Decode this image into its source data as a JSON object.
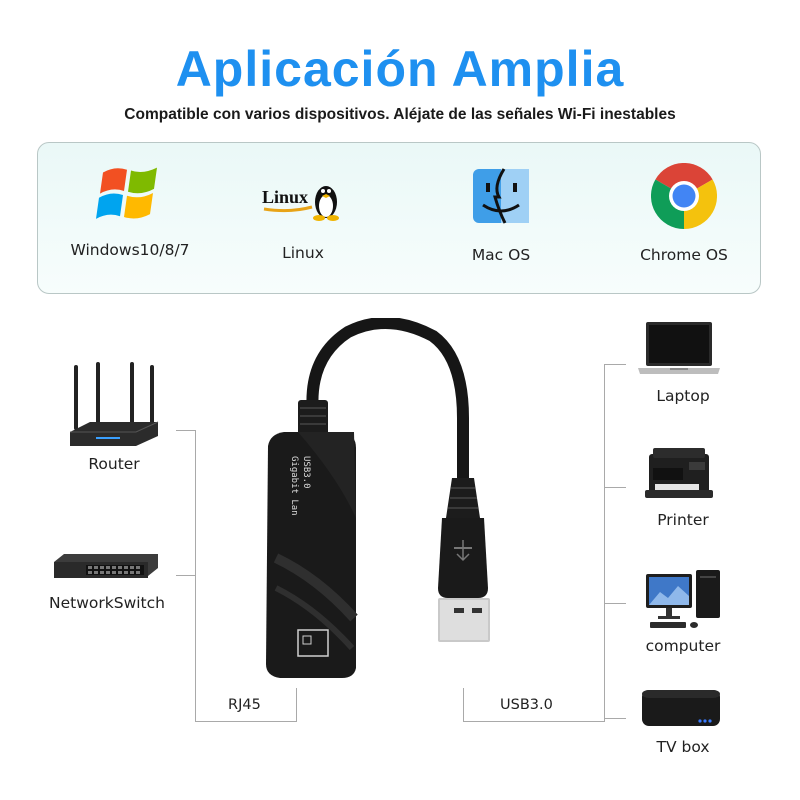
{
  "header": {
    "title": "Aplicación Amplia",
    "subtitle": "Compatible con varios dispositivos. Aléjate de las señales Wi-Fi inestables"
  },
  "os_panel": {
    "items": [
      {
        "label": "Windows10/8/7",
        "icon": "windows-logo-icon"
      },
      {
        "label": "Linux",
        "icon": "linux-tux-icon"
      },
      {
        "label": "Mac OS",
        "icon": "mac-finder-icon"
      },
      {
        "label": "Chrome OS",
        "icon": "chrome-logo-icon"
      }
    ],
    "linux_logo_text": "Linux"
  },
  "left_devices": [
    {
      "label": "Router",
      "icon": "router-icon"
    },
    {
      "label": "NetworkSwitch",
      "icon": "network-switch-icon"
    }
  ],
  "right_devices": [
    {
      "label": "Laptop",
      "icon": "laptop-icon"
    },
    {
      "label": "Printer",
      "icon": "printer-icon"
    },
    {
      "label": "computer",
      "icon": "computer-icon"
    },
    {
      "label": "TV box",
      "icon": "tv-box-icon"
    }
  ],
  "adapter": {
    "label_usb": "USB3.0",
    "label_lan": "Gigabit Lan",
    "left_port": "RJ45",
    "right_port": "USB3.0"
  },
  "colors": {
    "title_blue": "#1e90f0",
    "panel_bg": "#eaf8f7",
    "connector_line": "#a9a9a9"
  }
}
